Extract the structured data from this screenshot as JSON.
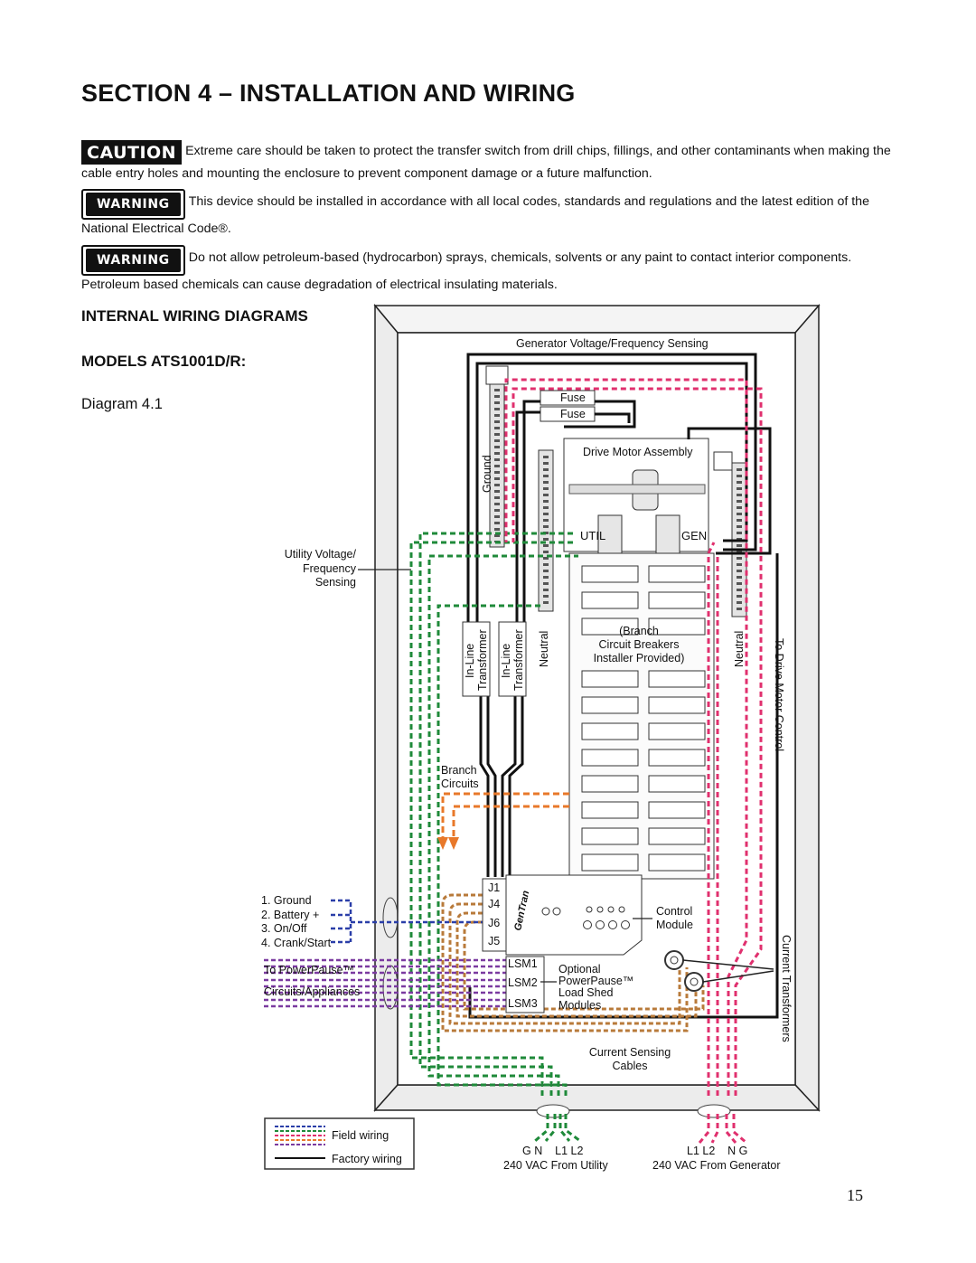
{
  "page": {
    "title": "SECTION 4 – INSTALLATION AND WIRING",
    "page_number": "15"
  },
  "notices": [
    {
      "badge": "CAUTION",
      "text": "Extreme care should be taken to protect the transfer switch from drill chips, fillings, and other contaminants when making the cable entry holes and mounting the enclosure to prevent component damage or a future malfunction."
    },
    {
      "badge": "WARNING",
      "text": "This device should be installed in accordance with all local codes, standards and regulations and the latest edition of the National Electrical Code®."
    },
    {
      "badge": "WARNING",
      "text": "Do not allow petroleum-based (hydrocarbon) sprays, chemicals, solvents or any paint to contact interior components. Petroleum based chemicals can cause degradation of electrical insulating materials."
    }
  ],
  "section": {
    "heading": "INTERNAL WIRING DIAGRAMS",
    "models": "MODELS ATS1001D/R:",
    "diagram_caption": "Diagram 4.1"
  },
  "diagram": {
    "gen_sensing": "Generator Voltage/Frequency Sensing",
    "fuse": "Fuse",
    "ground": "Ground",
    "drive_motor_assembly": "Drive Motor Assembly",
    "util": "UTIL",
    "gen": "GEN",
    "utility_sensing_lines": [
      "Utility Voltage/",
      "Frequency",
      "Sensing"
    ],
    "inline": "In-Line",
    "transformer": "Transformer",
    "neutral": "Neutral",
    "branch_breakers_lines": [
      "(Branch",
      "Circuit Breakers",
      "Installer Provided)"
    ],
    "to_drive_motor_control": "To Drive Motor Control",
    "branch_circuits_lines": [
      "Branch",
      "Circuits"
    ],
    "connectors": [
      "J1",
      "J4",
      "J6",
      "J5"
    ],
    "brand": "GenTran",
    "control_module_lines": [
      "Control",
      "Module"
    ],
    "harness_lines": [
      "1. Ground",
      "2. Battery +",
      "3. On/Off",
      "4. Crank/Start"
    ],
    "powerpause_lines": [
      "To PowerPause™",
      "Circuits/Appliances"
    ],
    "lsm": [
      "LSM1",
      "LSM2",
      "LSM3"
    ],
    "optional_lines": [
      "Optional",
      "PowerPause™",
      "Load Shed",
      "Modules"
    ],
    "current_transformers": "Current Transformers",
    "current_sensing_lines": [
      "Current Sensing",
      "Cables"
    ],
    "legend_field": "Field wiring",
    "legend_factory": "Factory wiring",
    "utility_terminals": "G N    L1 L2",
    "utility_source": "240 VAC From Utility",
    "generator_terminals": "L1 L2    N G",
    "generator_source": "240 VAC From Generator"
  },
  "colors": {
    "ground_wire": "#1f8a3a",
    "generator_wire": "#e0306e",
    "branch_wire": "#e8782a",
    "sensing_cable": "#b87a3a",
    "harness_blue": "#2a3ea8",
    "powerpause_purple": "#7a3aa0"
  }
}
